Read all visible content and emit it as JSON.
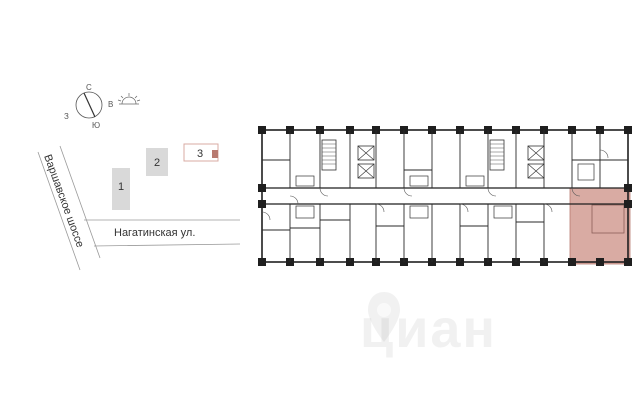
{
  "compass": {
    "north": "С",
    "south": "Ю",
    "west": "З",
    "east": "В",
    "sun_icon": "sun-icon"
  },
  "roads": {
    "highway": "Варшавское шоссе",
    "street": "Нагатинская ул."
  },
  "buildings": [
    {
      "number": "1"
    },
    {
      "number": "2"
    },
    {
      "number": "3",
      "highlighted": true
    }
  ],
  "colors": {
    "highlight": "#d9aba3",
    "highlight_stroke": "#b87a70",
    "building": "#d9d9d9",
    "wall": "#1f1f1f"
  },
  "watermark": {
    "text": "циан",
    "icon": "cian-pin-icon"
  }
}
